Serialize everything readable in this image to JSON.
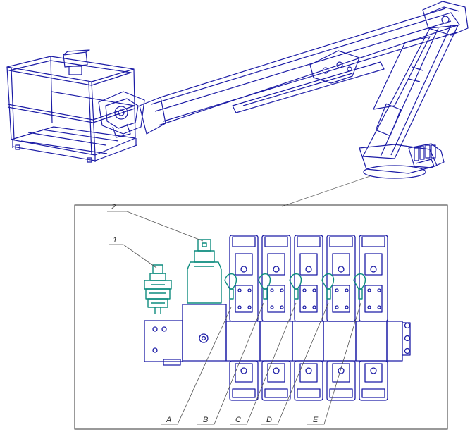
{
  "callouts": {
    "item_1": "1",
    "item_2": "2"
  },
  "sections": {
    "A": "A",
    "B": "B",
    "C": "C",
    "D": "D",
    "E": "E"
  },
  "colors": {
    "line": "#1c1ca6",
    "teal": "#0d8c7e",
    "leader": "#555555"
  }
}
